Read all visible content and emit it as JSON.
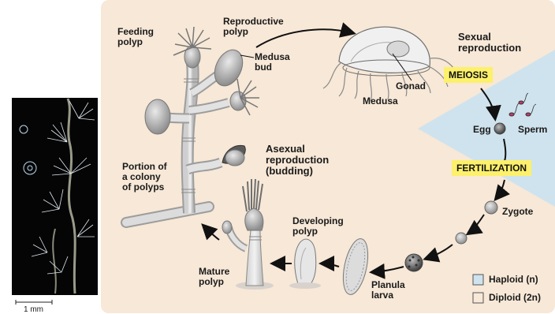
{
  "labels": {
    "feeding_polyp": "Feeding\npolyp",
    "reproductive_polyp": "Reproductive\npolyp",
    "medusa_bud": "Medusa\nbud",
    "gonad": "Gonad",
    "medusa": "Medusa",
    "sexual_reproduction": "Sexual\nreproduction",
    "meiosis": "MEIOSIS",
    "egg": "Egg",
    "sperm": "Sperm",
    "fertilization": "FERTILIZATION",
    "zygote": "Zygote",
    "planula_larva": "Planula\nlarva",
    "developing_polyp": "Developing\npolyp",
    "mature_polyp": "Mature\npolyp",
    "asexual_reproduction": "Asexual\nreproduction\n(budding)",
    "colony_portion": "Portion of\na colony\nof polyps"
  },
  "legend": {
    "haploid_label": "Haploid (n)",
    "diploid_label": "Diploid (2n)",
    "haploid_color": "#cfe3ee",
    "diploid_color": "#f7e8d7"
  },
  "scale_bar": {
    "label": "1 mm"
  },
  "colors": {
    "diploid_background": "#f7e8d7",
    "haploid_region": "#cfe3ee",
    "highlight": "#fdf06b",
    "photo_background": "#050505"
  }
}
